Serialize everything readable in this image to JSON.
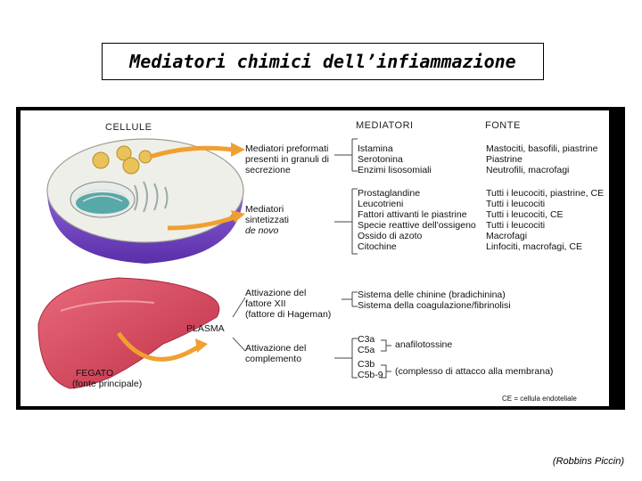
{
  "title": "Mediatori chimici dell’infiammazione",
  "headers": {
    "cells": "CELLULE",
    "mediators": "MEDIATORI",
    "source": "FONTE"
  },
  "groups": {
    "preformed": [
      "Mediatori preformati",
      "presenti in granuli di",
      "secrezione"
    ],
    "synthesized": [
      "Mediatori",
      "sintetizzati",
      "de novo"
    ],
    "factor12": [
      "Attivazione del",
      "fattore XII",
      "(fattore di Hageman)"
    ],
    "complement": [
      "Attivazione del",
      "complemento"
    ]
  },
  "preformed_items": [
    {
      "mediator": "Istamina",
      "source": "Mastociti, basofili, piastrine"
    },
    {
      "mediator": "Serotonina",
      "source": "Piastrine"
    },
    {
      "mediator": "Enzimi lisosomiali",
      "source": "Neutrofili, macrofagi"
    }
  ],
  "synthesized_items": [
    {
      "mediator": "Prostaglandine",
      "source": "Tutti i leucociti, piastrine, CE"
    },
    {
      "mediator": "Leucotrieni",
      "source": "Tutti i leucociti"
    },
    {
      "mediator": "Fattori attivanti le piastrine",
      "source": "Tutti i leucociti, CE"
    },
    {
      "mediator": "Specie reattive dell'ossigeno",
      "source": "Tutti i leucociti"
    },
    {
      "mediator": "Ossido di azoto",
      "source": "Macrofagi"
    },
    {
      "mediator": "Citochine",
      "source": "Linfociti, macrofagi, CE"
    }
  ],
  "plasma_systems": [
    "Sistema delle chinine (bradichinina)",
    "Sistema della coagulazione/fibrinolisi"
  ],
  "complement_items": [
    "C3a",
    "C5a",
    "C3b",
    "C5b-9"
  ],
  "complement_notes": {
    "anaphylatoxins": "anafilotossine",
    "membrane_attack": "(complesso di attacco alla membrana)"
  },
  "labels": {
    "plasma": "PLASMA",
    "liver": "FEGATO",
    "liver_note": "(fonte principale)"
  },
  "footnote": "CE = cellula endoteliale",
  "credit": "(Robbins Piccin)",
  "colors": {
    "cell_top": "#eeeeea",
    "cell_side": "#6b3fc2",
    "liver": "#d64a5e",
    "arrow": "#f0a030"
  }
}
